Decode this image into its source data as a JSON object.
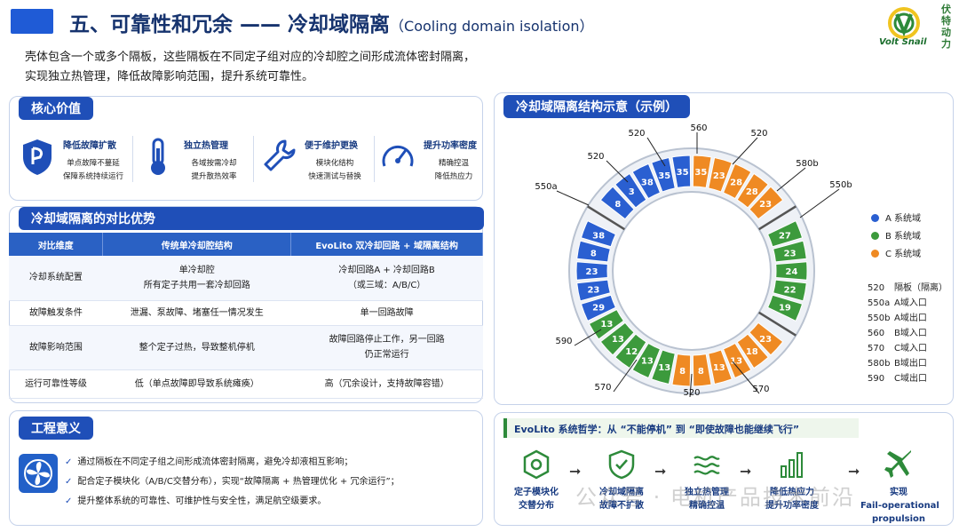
{
  "header": {
    "title": "五、可靠性和冗余 —— 冷却域隔离",
    "title_sub": "（Cooling domain isolation）",
    "intro_line1": "壳体包含一个或多个隔板，这些隔板在不同定子组对应的冷却腔之间形成流体密封隔离，",
    "intro_line2": "实现独立热管理，降低故障影响范围，提升系统可靠性。"
  },
  "logo": {
    "name": "Volt Snail",
    "cn_chars": [
      "伏",
      "特",
      "动",
      "力"
    ]
  },
  "core_value": {
    "heading": "核心价值",
    "items": [
      {
        "icon": "shield-icon",
        "title": "降低故障扩散",
        "line1": "单点故障不蔓延",
        "line2": "保障系统持续运行"
      },
      {
        "icon": "thermometer-icon",
        "title": "独立热管理",
        "line1": "各域按需冷却",
        "line2": "提升散热效率"
      },
      {
        "icon": "wrench-icon",
        "title": "便于维护更换",
        "line1": "模块化结构",
        "line2": "快速测试与替换"
      },
      {
        "icon": "gauge-icon",
        "title": "提升功率密度",
        "line1": "精确控温",
        "line2": "降低热应力"
      }
    ]
  },
  "comparison": {
    "heading": "冷却域隔离的对比优势",
    "columns": [
      "对比维度",
      "传统单冷却腔结构",
      "EvoLito 双冷却回路 + 域隔离结构"
    ],
    "rows": [
      {
        "dim": "冷却系统配置",
        "trad1": "单冷却腔",
        "trad2": "所有定子共用一套冷却回路",
        "evo1": "冷却回路A + 冷却回路B",
        "evo2": "（或三域：A/B/C）"
      },
      {
        "dim": "故障触发条件",
        "trad1": "泄漏、泵故障、堵塞任一情况发生",
        "trad2": "",
        "evo1": "单一回路故障",
        "evo2": ""
      },
      {
        "dim": "故障影响范围",
        "trad1": "整个定子过热，导致整机停机",
        "trad2": "",
        "evo1": "故障回路停止工作，另一回路",
        "evo2": "仍正常运行"
      },
      {
        "dim": "运行可靠性等级",
        "trad1": "低（单点故障即导致系统瘫痪）",
        "trad2": "",
        "evo1": "高（冗余设计，支持故障容错）",
        "evo2": ""
      }
    ]
  },
  "engineering": {
    "heading": "工程意义",
    "lines": [
      "通过隔板在不同定子组之间形成流体密封隔离，避免冷却液相互影响；",
      "配合定子模块化（A/B/C交替分布），实现“故障隔离 + 热管理优化 + 冗余运行”；",
      "提升整体系统的可靠性、可维护性与安全性，满足航空级要求。"
    ]
  },
  "diagram": {
    "heading": "冷却域隔离结构示意（示例）",
    "callouts": [
      "520",
      "560",
      "520",
      "520",
      "580b",
      "550a",
      "550b",
      "590",
      "570",
      "520",
      "570"
    ],
    "legend": [
      {
        "name": "A 系统域",
        "color": "#2a5fd1"
      },
      {
        "name": "B 系统域",
        "color": "#3c9a3c"
      },
      {
        "name": "C 系统域",
        "color": "#ef8a23"
      }
    ],
    "codes": [
      {
        "code": "520",
        "desc": "隔板（隔离）"
      },
      {
        "code": "550a",
        "desc": "A域入口"
      },
      {
        "code": "550b",
        "desc": "A域出口"
      },
      {
        "code": "560",
        "desc": "B域入口"
      },
      {
        "code": "570",
        "desc": "C域入口"
      },
      {
        "code": "580b",
        "desc": "B域出口"
      },
      {
        "code": "590",
        "desc": "C域出口"
      }
    ],
    "segments": [
      {
        "label": "35",
        "d": "C"
      },
      {
        "label": "23",
        "d": "C"
      },
      {
        "label": "28",
        "d": "C"
      },
      {
        "label": "28",
        "d": "C"
      },
      {
        "label": "23",
        "d": "C"
      },
      {
        "label": "",
        "d": "gap"
      },
      {
        "label": "27",
        "d": "B"
      },
      {
        "label": "23",
        "d": "B"
      },
      {
        "label": "24",
        "d": "B"
      },
      {
        "label": "22",
        "d": "B"
      },
      {
        "label": "19",
        "d": "B"
      },
      {
        "label": "",
        "d": "gap"
      },
      {
        "label": "23",
        "d": "C"
      },
      {
        "label": "18",
        "d": "C"
      },
      {
        "label": "13",
        "d": "C"
      },
      {
        "label": "13",
        "d": "C"
      },
      {
        "label": "8",
        "d": "C"
      },
      {
        "label": "8",
        "d": "C"
      },
      {
        "label": "13",
        "d": "B"
      },
      {
        "label": "13",
        "d": "B"
      },
      {
        "label": "12",
        "d": "B"
      },
      {
        "label": "13",
        "d": "B"
      },
      {
        "label": "13",
        "d": "B"
      },
      {
        "label": "29",
        "d": "A"
      },
      {
        "label": "23",
        "d": "A"
      },
      {
        "label": "23",
        "d": "A"
      },
      {
        "label": "8",
        "d": "A"
      },
      {
        "label": "38",
        "d": "A"
      },
      {
        "label": "",
        "d": "gap"
      },
      {
        "label": "8",
        "d": "A"
      },
      {
        "label": "3",
        "d": "A"
      },
      {
        "label": "38",
        "d": "A"
      },
      {
        "label": "35",
        "d": "A"
      },
      {
        "label": "35",
        "d": "A"
      }
    ]
  },
  "philosophy": {
    "heading": "EvoLito 系统哲学：从 “不能停机” 到 “即使故障也能继续飞行”",
    "steps": [
      {
        "icon": "hexagon-modules-icon",
        "l1": "定子模块化",
        "l2": "交替分布"
      },
      {
        "icon": "shield-check-icon",
        "l1": "冷却域隔离",
        "l2": "故障不扩散"
      },
      {
        "icon": "airflow-icon",
        "l1": "独立热管理",
        "l2": "精确控温"
      },
      {
        "icon": "bar-chart-icon",
        "l1": "降低热应力",
        "l2": "提升功率密度"
      },
      {
        "icon": "airplane-icon",
        "l1": "实现",
        "l2": "Fail-operational",
        "l3": "propulsion"
      }
    ]
  },
  "watermark": "公众号 · 电机产品技术前沿"
}
